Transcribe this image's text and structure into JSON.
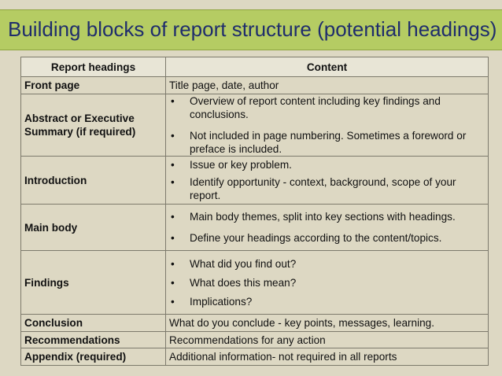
{
  "title": "Building blocks of report structure (potential headings)",
  "table": {
    "headers": [
      "Report headings",
      "Content"
    ],
    "rows": [
      {
        "heading": "Front page",
        "content": "Title page, date, author"
      },
      {
        "heading": "Abstract or Executive Summary (if required)",
        "bullets": [
          "Overview of report content including key findings and conclusions.",
          "Not included in page numbering. Sometimes a foreword or preface is included."
        ]
      },
      {
        "heading": "Introduction",
        "bullets": [
          "Issue or key problem.",
          "Identify opportunity - context, background, scope of your report."
        ]
      },
      {
        "heading": "Main body",
        "bullets": [
          "Main body themes, split into key sections with headings.",
          "Define your headings according to the content/topics."
        ]
      },
      {
        "heading": "Findings",
        "bullets": [
          "What did you find out?",
          "What does this mean?",
          "Implications?"
        ]
      },
      {
        "heading": "Conclusion",
        "content": "What do you conclude - key points, messages, learning."
      },
      {
        "heading": "Recommendations",
        "content": "Recommendations for any action"
      },
      {
        "heading": "Appendix (required)",
        "content": "Additional information- not required in all reports"
      }
    ]
  },
  "bullet_glyph": "•",
  "colors": {
    "background": "#ddd8c3",
    "title_band": "#b5cc63",
    "title_text": "#1f2d6c"
  }
}
